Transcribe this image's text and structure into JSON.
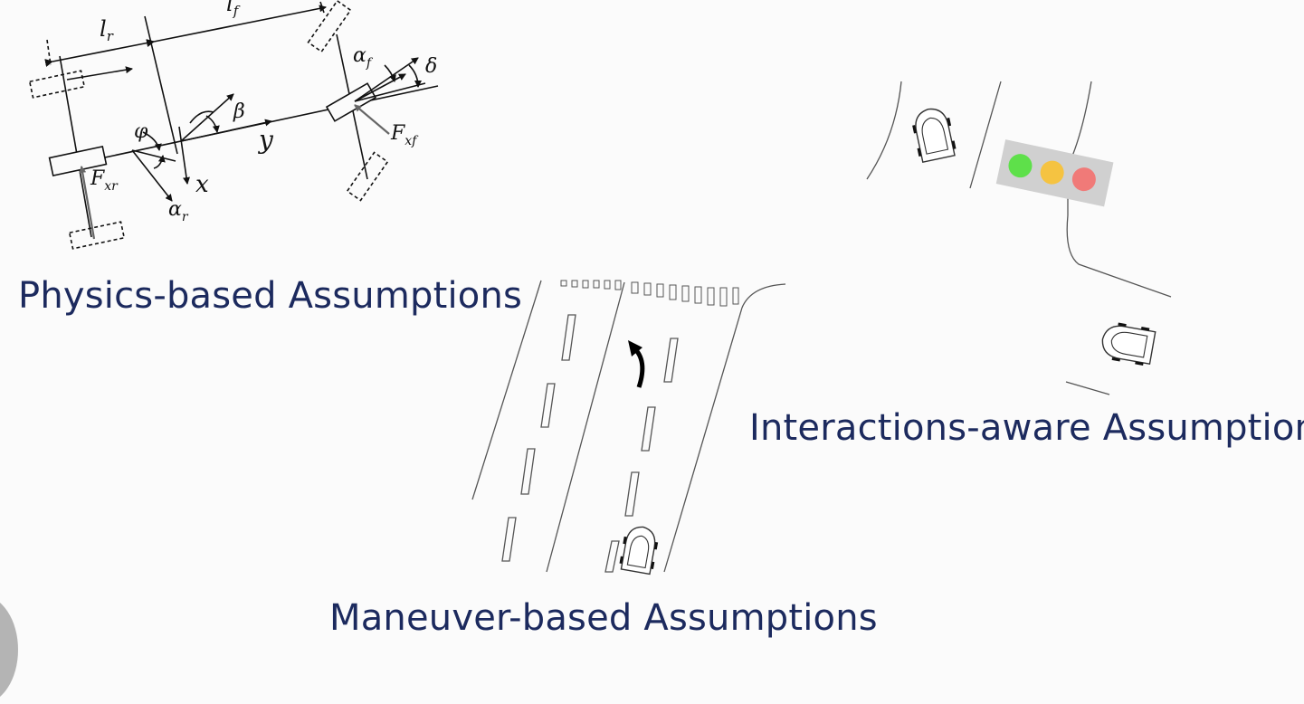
{
  "captions": {
    "physics": "Physics-based Assumptions",
    "maneuver": "Maneuver-based Assumptions",
    "interaction": "Interactions-aware Assumptions"
  },
  "bicycle_model": {
    "lr": "l",
    "lr_sub": "r",
    "lf": "l",
    "lf_sub": "f",
    "alpha": "α",
    "alpha_f_sub": "f",
    "alpha_r_sub": "r",
    "delta": "δ",
    "beta": "β",
    "phi": "φ",
    "y": "y",
    "x": "x",
    "F": "F",
    "Fxf_sub": "xf",
    "Fxr_sub": "xr"
  },
  "colors": {
    "caption": "#1c2a5e",
    "light_green": "#5ee04a",
    "light_yellow": "#f5c341",
    "light_red": "#f07a78",
    "light_housing": "#d0d0d0"
  }
}
